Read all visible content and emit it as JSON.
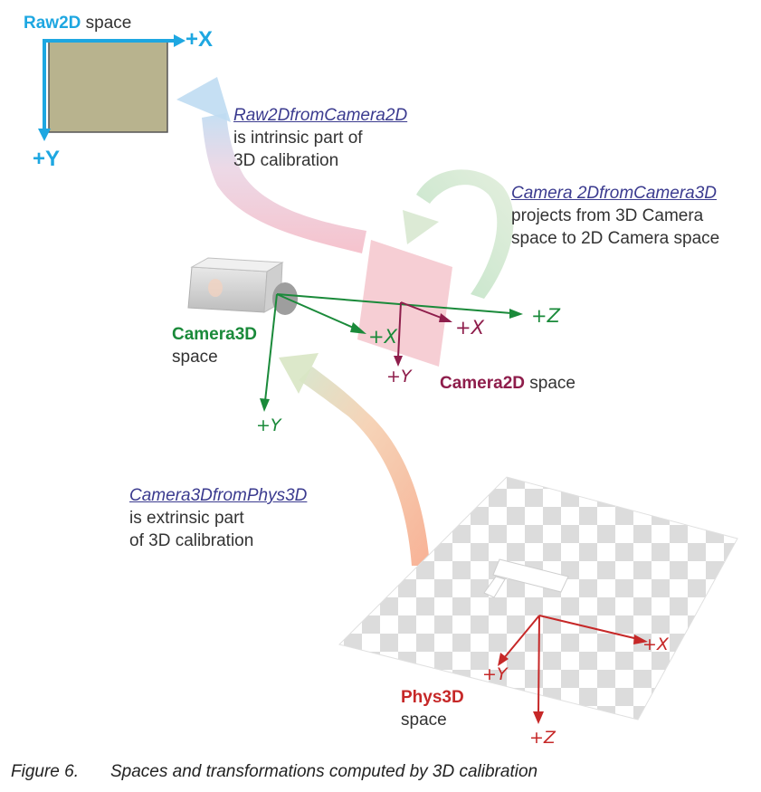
{
  "raw2d": {
    "name": "Raw2D",
    "suffix": " space",
    "plus_x": "+X",
    "plus_y": "+Y"
  },
  "raw2d_from_camera2d": {
    "link": "Raw2DfromCamera2D",
    "line1": "is intrinsic part of",
    "line2": "3D calibration"
  },
  "camera2d_from_camera3d": {
    "link": "Camera 2DfromCamera3D",
    "line1": "projects from 3D Camera",
    "line2": "space to 2D Camera space"
  },
  "camera3d": {
    "name": "Camera3D",
    "suffix": "space",
    "plus_x": "+X",
    "plus_y": "+Y",
    "plus_z": "+Z"
  },
  "camera2d": {
    "name": "Camera2D",
    "suffix": " space",
    "plus_x": "+X",
    "plus_y": "+Y"
  },
  "camera3d_from_phys3d": {
    "link": "Camera3DfromPhys3D",
    "line1": "is extrinsic part",
    "line2": "of 3D calibration"
  },
  "phys3d": {
    "name": "Phys3D",
    "suffix": "space",
    "plus_x": "+X",
    "plus_y": "+Y",
    "plus_z": "+Z"
  },
  "caption": {
    "number": "Figure 6.",
    "text": "Spaces and transformations computed by 3D calibration"
  },
  "colors": {
    "raw2d": "#1ea7e1",
    "camera3d": "#1a8a3a",
    "camera2d": "#8e1d4b",
    "phys3d": "#c62828",
    "link": "#3b3b8f"
  }
}
